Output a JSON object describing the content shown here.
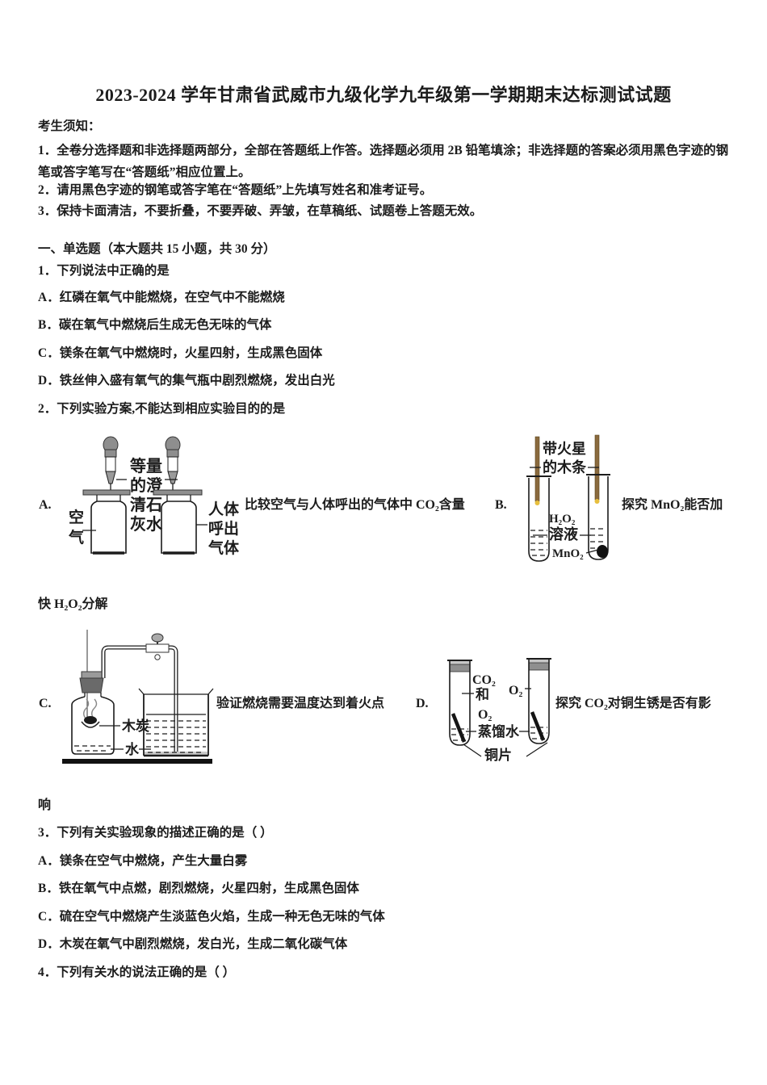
{
  "colors": {
    "ink": "#1c1c1c",
    "chem_blue": "#23338f",
    "splint_brown": "#8a6a3e",
    "spark_yellow": "#e7bf3e",
    "stopper_gray": "#6a6a6a",
    "cap_gray": "#8f8f8f",
    "cap_gray_light": "#c6c6c6",
    "bulb_gray": "#8e8e8e",
    "plate_gray": "#8f8f8f",
    "smoke_gray": "#888888",
    "charcoal_black": "#1a1a1a",
    "mno2_black": "#111111"
  },
  "header": {
    "title": "2023-2024 学年甘肃省武威市九级化学九年级第一学期期末达标测试试题"
  },
  "notice": {
    "heading": "考生须知：",
    "item1": "1．全卷分选择题和非选择题两部分，全部在答题纸上作答。选择题必须用 2B 铅笔填涂；非选择题的答案必须用黑色字迹的钢笔或答字笔写在“答题纸”相应位置上。",
    "item2": "2．请用黑色字迹的钢笔或答字笔在“答题纸”上先填写姓名和准考证号。",
    "item3": "3．保持卡面清洁，不要折叠，不要弄破、弄皱，在草稿纸、试题卷上答题无效。"
  },
  "section": {
    "heading": "一、单选题（本大题共 15 小题，共 30 分）"
  },
  "q1": {
    "stem": "1．下列说法中正确的是",
    "optionA": "A．红磷在氧气中能燃烧，在空气中不能燃烧",
    "optionB": "B．碳在氧气中燃烧后生成无色无味的气体",
    "optionC": "C．镁条在氧气中燃烧时，火星四射，生成黑色固体",
    "optionD": "D．铁丝伸入盛有氧气的集气瓶中剧烈燃烧，发出白光"
  },
  "q2": {
    "stem": "2．下列实验方案,不能达到相应实验目的的是",
    "labelA": "A.",
    "labelB": "B.",
    "labelC": "C.",
    "labelD": "D.",
    "captionA": "比较空气与人体呼出的气体中 CO₂含量",
    "captionB": "探究 MnO₂能否加",
    "captionB_wrap": "快 H₂O₂分解",
    "captionC": "验证燃烧需要温度达到着火点",
    "captionD": "探究 CO₂对铜生锈是否有影",
    "captionD_wrap": "响",
    "figA": {
      "reagent1": "等量",
      "reagent2": "的澄",
      "reagent3": "清石",
      "reagent4": "灰水",
      "left1": "空",
      "left2": "气",
      "right1": "人体",
      "right2": "呼出",
      "right3": "气体"
    },
    "figB": {
      "splint1": "带火星",
      "splint2": "的木条",
      "sol1": "H₂O₂",
      "sol2": "溶液",
      "catalyst": "MnO₂"
    },
    "figC": {
      "charcoal": "木炭",
      "water": "水"
    },
    "figD": {
      "gas1": "CO₂",
      "gas2": "和",
      "gas3": "O₂",
      "gasR": "O₂",
      "water": "蒸馏水",
      "copper": "铜片"
    }
  },
  "q3": {
    "stem": "3．下列有关实验现象的描述正确的是（  ）",
    "optionA": "A．镁条在空气中燃烧，产生大量白雾",
    "optionB": "B．铁在氧气中点燃，剧烈燃烧，火星四射，生成黑色固体",
    "optionC": "C．硫在空气中燃烧产生淡蓝色火焰，生成一种无色无味的气体",
    "optionD": "D．木炭在氧气中剧烈燃烧，发白光，生成二氧化碳气体"
  },
  "q4": {
    "stem": "4．下列有关水的说法正确的是（  ）"
  }
}
